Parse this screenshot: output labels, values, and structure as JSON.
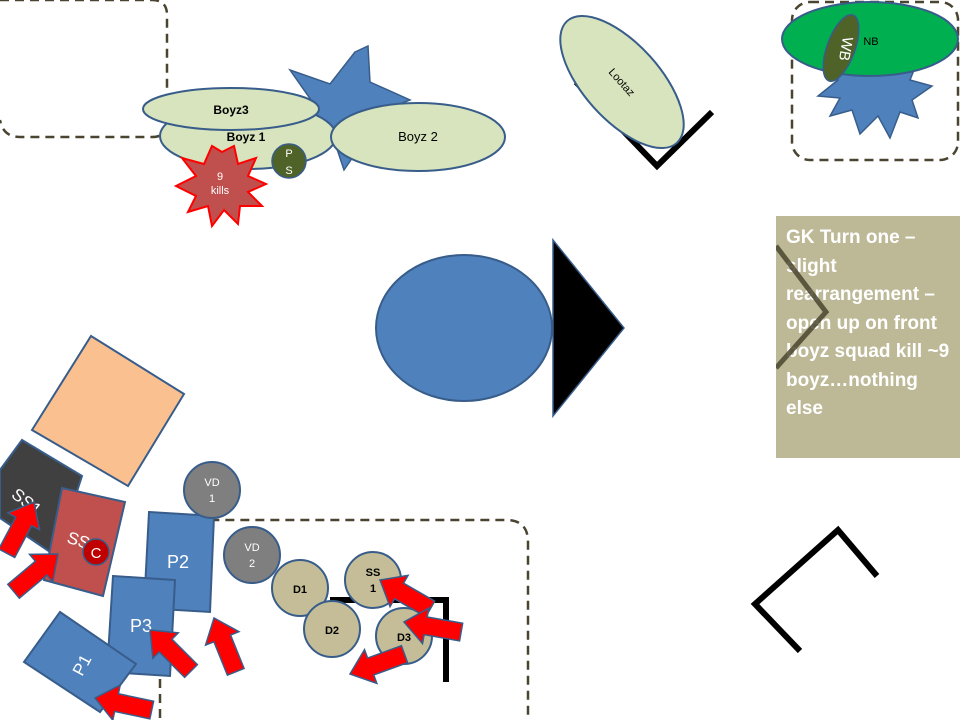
{
  "title": "",
  "note": {
    "text": "GK Turn one – slight rearrangement – open up on front boyz squad kill ~9 boyz…nothing else"
  },
  "units": {
    "boyz3": "Boyz3",
    "boyz1": "Boyz 1",
    "boyz2": "Boyz 2",
    "ps_top": "P",
    "ps_bottom": "S",
    "kills_line1": "9",
    "kills_line2": "kills",
    "lootaz": "Lootaz",
    "wb": "WB",
    "nb": "NB",
    "ss1": "SS1",
    "ss2": "SS",
    "c": "C",
    "p1": "P1",
    "p2": "P2",
    "p3": "P3",
    "vd1_top": "VD",
    "vd1_bottom": "1",
    "vd2_top": "VD",
    "vd2_bottom": "2",
    "d1": "D1",
    "d2": "D2",
    "d3": "D3",
    "ss_top": "SS",
    "ss_bottom": "1"
  },
  "colors": {
    "ork_unit": "#d7e4bd",
    "gk_blue": "#4f81bd",
    "blast": "#4f81bd",
    "kills_red": "#c0504d",
    "arrow_red": "#ff0000",
    "dread": "#c4bd97",
    "vd": "#7f7f7f",
    "ps": "#4f6228",
    "nb_green": "#00b050",
    "terrain_orange": "#fac090",
    "ss1_dark": "#404040",
    "outline": "#385d8a"
  }
}
